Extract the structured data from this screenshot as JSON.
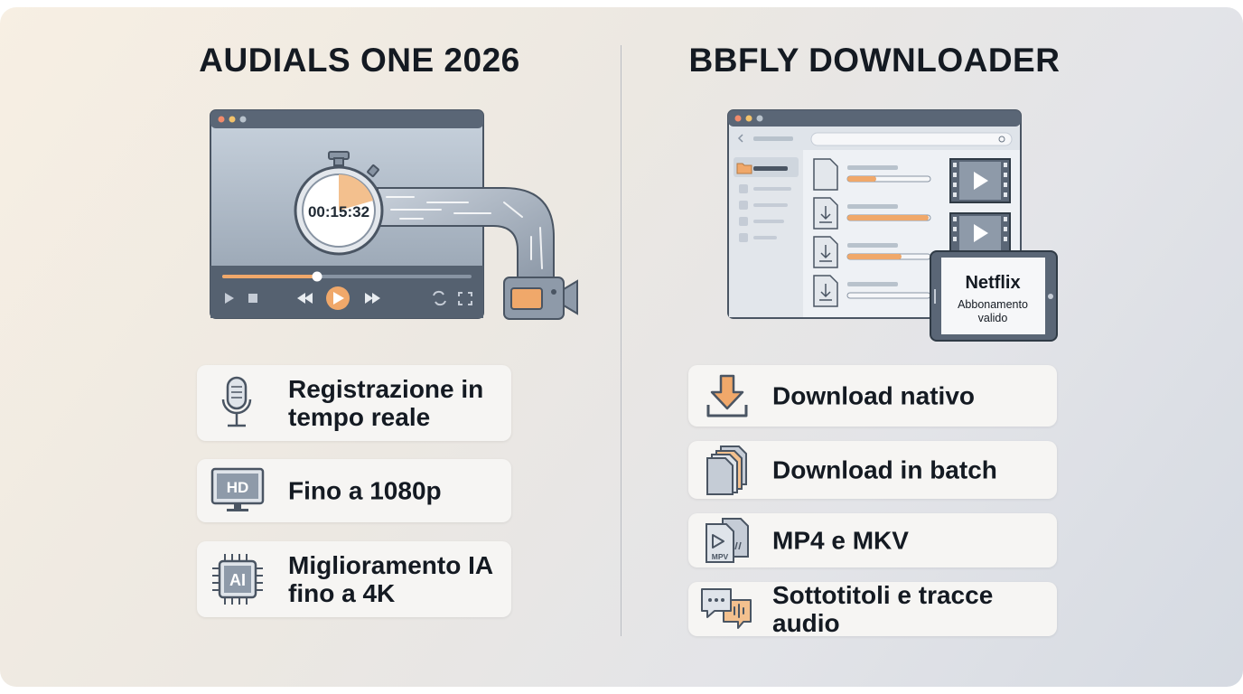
{
  "left": {
    "title": "AUDIALS ONE 2026",
    "timer": "00:15:32",
    "progress": 0.38,
    "features": [
      {
        "icon": "microphone-icon",
        "line1": "Registrazione in",
        "line2": "tempo reale"
      },
      {
        "icon": "hd-monitor-icon",
        "line1": "Fino a 1080p",
        "line2": ""
      },
      {
        "icon": "ai-chip-icon",
        "line1": "Miglioramento IA",
        "line2": "fino a 4K"
      }
    ]
  },
  "right": {
    "title": "BBFLY DOWNLOADER",
    "tablet": {
      "title": "Netflix",
      "line1": "Abbonamento",
      "line2": "valido"
    },
    "features": [
      {
        "icon": "download-icon",
        "label": "Download nativo"
      },
      {
        "icon": "stacked-files-icon",
        "label": "Download in batch"
      },
      {
        "icon": "video-files-icon",
        "label": "MP4 e MKV",
        "file_tag": "MPV"
      },
      {
        "icon": "chat-audio-icon",
        "label": "Sottotitoli e tracce audio"
      }
    ]
  },
  "colors": {
    "accent": "#f0a86a",
    "dark": "#4a5563",
    "text": "#141a22"
  }
}
